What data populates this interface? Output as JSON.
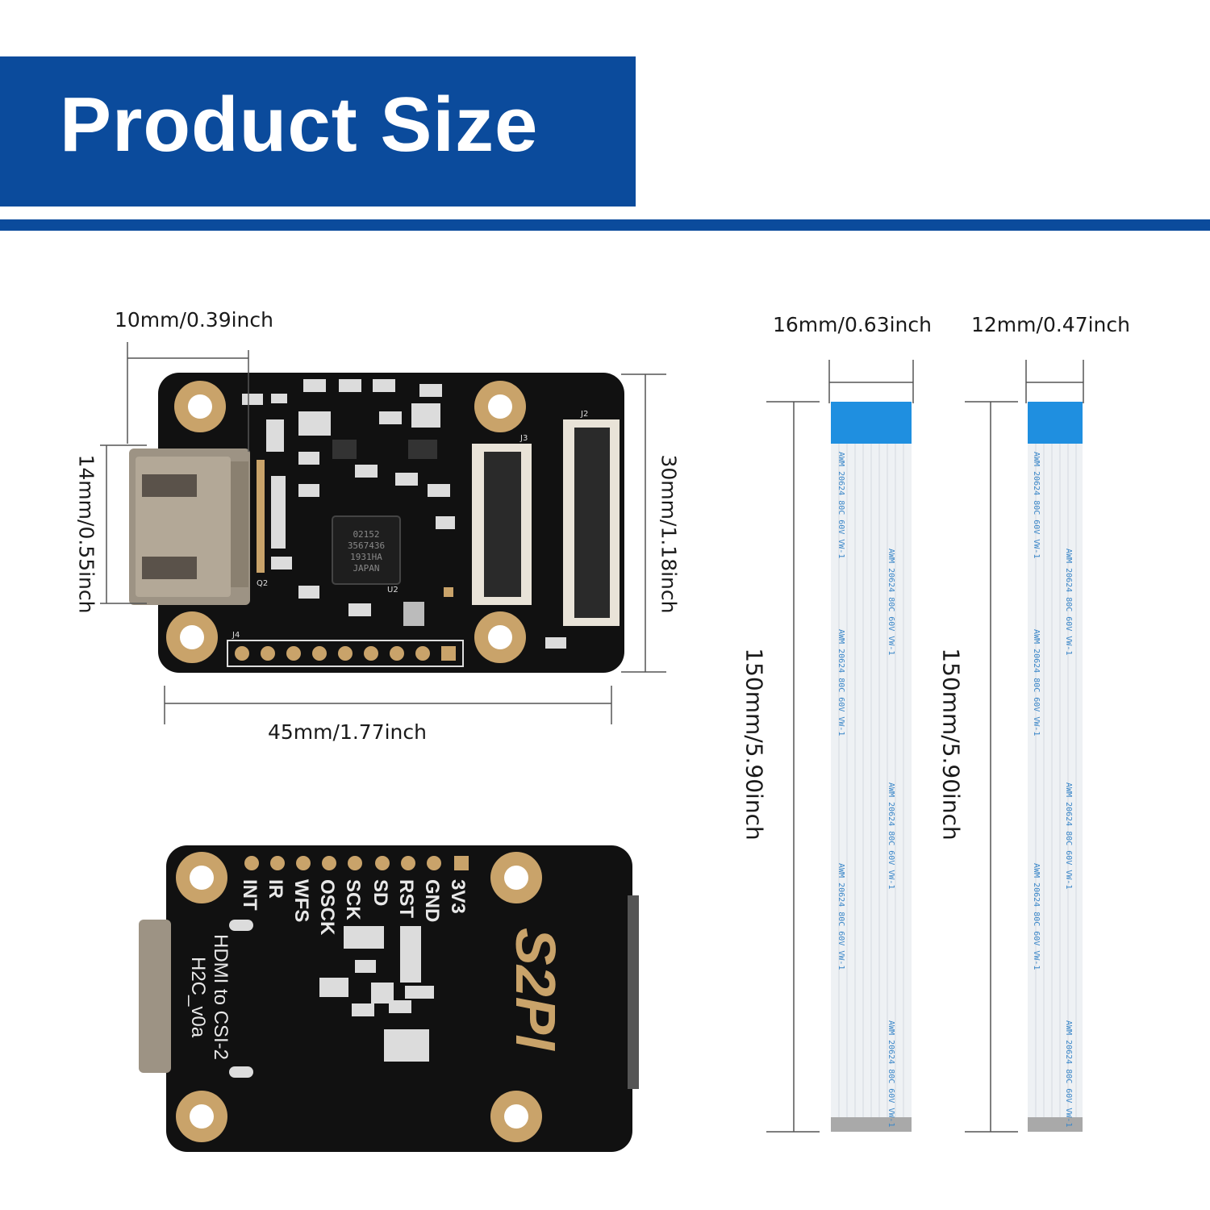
{
  "banner": {
    "title": "Product Size"
  },
  "dimensions": {
    "board_connector_width": "10mm/0.39inch",
    "board_connector_height": "14mm/0.55inch",
    "board_height": "30mm/1.18inch",
    "board_width": "45mm/1.77inch",
    "cable_large_width": "16mm/0.63inch",
    "cable_small_width": "12mm/0.47inch",
    "cable_large_length": "150mm/5.90inch",
    "cable_small_length": "150mm/5.90inch"
  },
  "board_front": {
    "chip_text": [
      "02152",
      "3567436",
      "1931HA",
      "JAPAN"
    ],
    "connector_labels": [
      "J2",
      "J3",
      "J4",
      "U2",
      "Q2"
    ]
  },
  "board_back": {
    "pin_labels": [
      "INT",
      "IR",
      "WFS",
      "OSCK",
      "SCK",
      "SD",
      "RST",
      "GND",
      "3V3"
    ],
    "brand": "S2PI",
    "product_name": "HDMI to CSI-2",
    "version": "H2C_v0a"
  },
  "cable_print": "AWM 20624 80C 60V VW-1",
  "colors": {
    "brand_blue": "#0b4b9c",
    "board": "#111111",
    "gold": "#c9a36a",
    "cable_tab": "#1f8fe0"
  }
}
